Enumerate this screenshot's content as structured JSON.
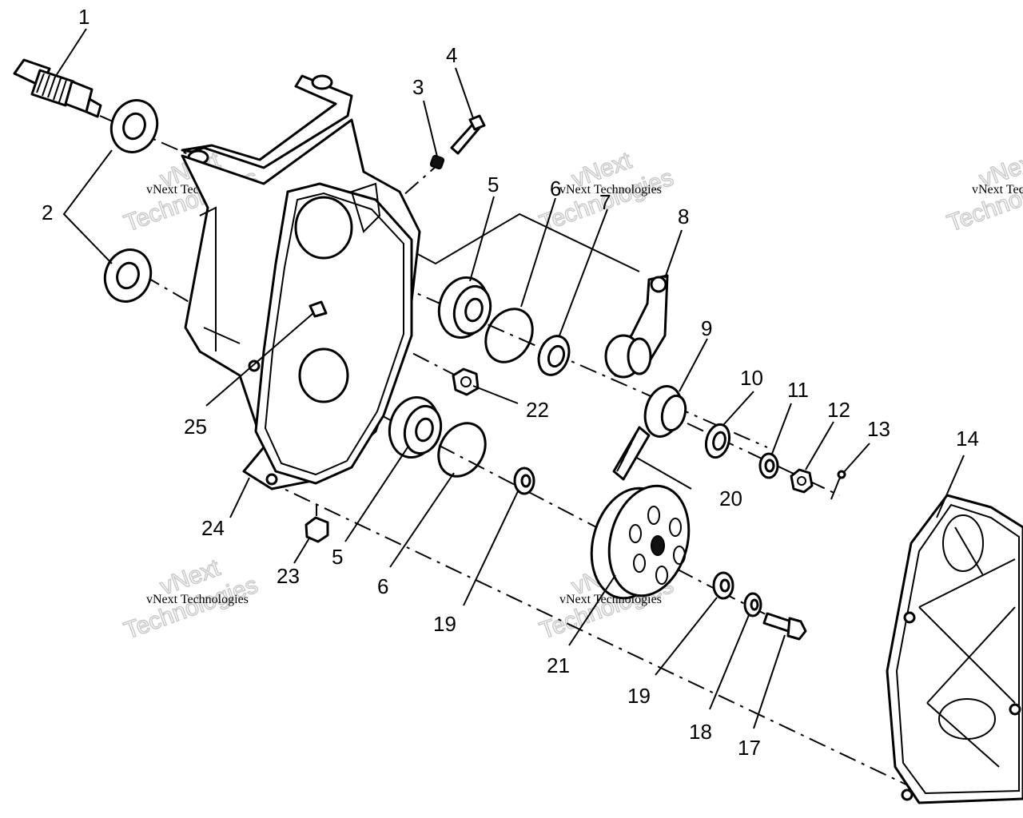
{
  "callouts": [
    "1",
    "2",
    "3",
    "4",
    "5",
    "6",
    "7",
    "8",
    "9",
    "10",
    "11",
    "12",
    "13",
    "14",
    "5",
    "6",
    "17",
    "18",
    "19",
    "19",
    "20",
    "21",
    "22",
    "23",
    "24",
    "25"
  ],
  "watermark": {
    "line1": "vNext Technologies",
    "big_top": "vNext",
    "big_bottom": "Technologies"
  }
}
